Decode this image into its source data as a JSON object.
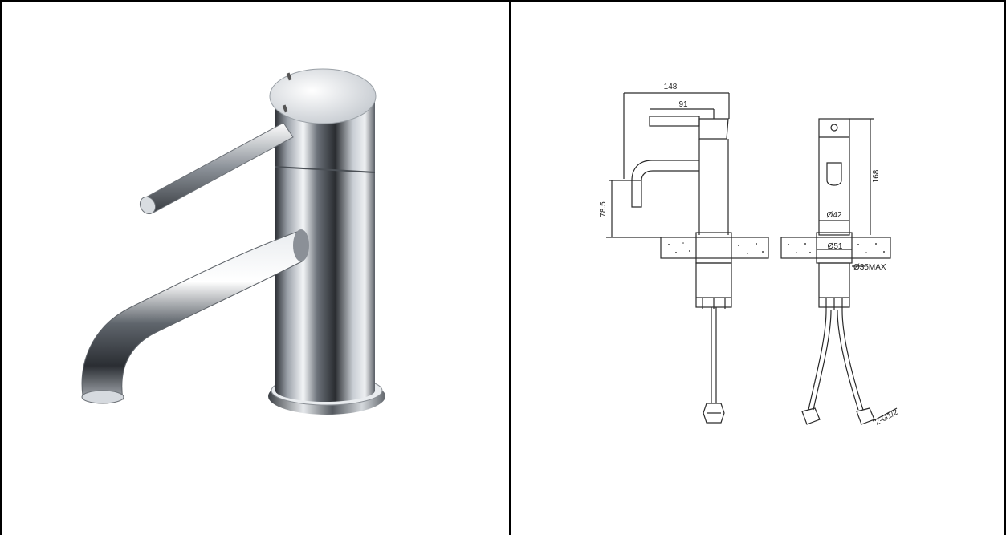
{
  "diagram": {
    "dimensions": {
      "overall_length": "148",
      "lever_length": "91",
      "spout_height": "78.5",
      "total_height": "168",
      "body_diameter": "Ø42",
      "base_diameter": "Ø51",
      "hole_max": "Ø35MAX",
      "hose_thread": "2-G1/2"
    }
  },
  "colors": {
    "border": "#000000",
    "line": "#2a2a2a",
    "chrome_dark": "#3a3d42",
    "chrome_light": "#f2f4f6"
  }
}
